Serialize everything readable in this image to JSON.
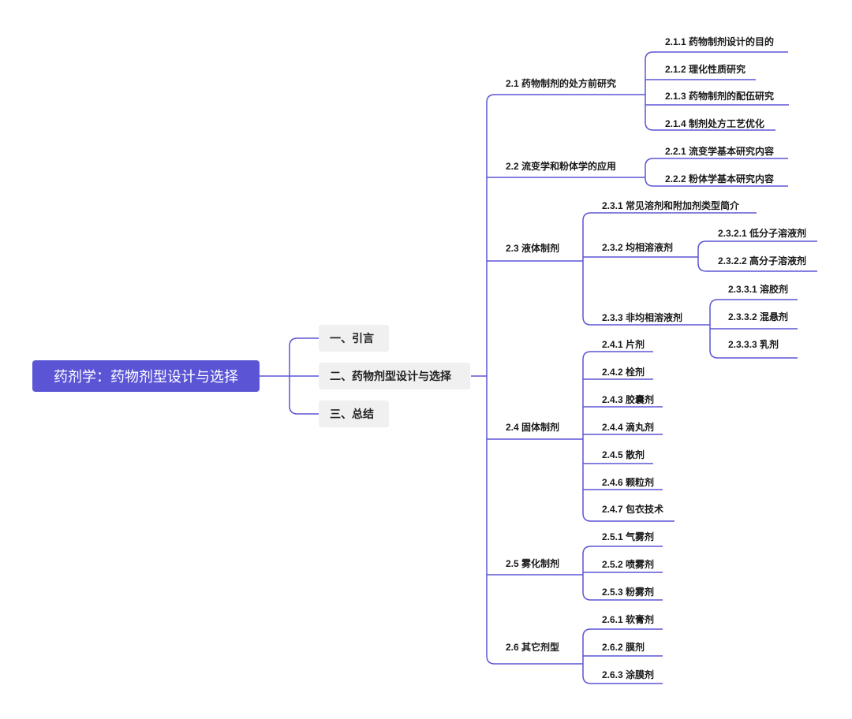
{
  "colors": {
    "accent": "#5b55d6",
    "line": "#5b55d6",
    "topic_bg": "#f0f0f0"
  },
  "root": "药剂学：药物剂型设计与选择",
  "level1": [
    "一、引言",
    "二、药物剂型设计与选择",
    "三、总结"
  ],
  "sections": {
    "s21": {
      "title": "2.1 药物制剂的处方前研究",
      "items": [
        "2.1.1 药物制剂设计的目的",
        "2.1.2 理化性质研究",
        "2.1.3 药物制剂的配伍研究",
        "2.1.4 制剂处方工艺优化"
      ]
    },
    "s22": {
      "title": "2.2 流变学和粉体学的应用",
      "items": [
        "2.2.1 流变学基本研究内容",
        "2.2.2 粉体学基本研究内容"
      ]
    },
    "s23": {
      "title": "2.3 液体制剂",
      "items": [
        "2.3.1 常见溶剂和附加剂类型简介",
        "2.3.2 均相溶液剂",
        "2.3.3 非均相溶液剂"
      ],
      "sub232": [
        "2.3.2.1 低分子溶液剂",
        "2.3.2.2 高分子溶液剂"
      ],
      "sub233": [
        "2.3.3.1 溶胶剂",
        "2.3.3.2 混悬剂",
        "2.3.3.3 乳剂"
      ]
    },
    "s24": {
      "title": "2.4 固体制剂",
      "items": [
        "2.4.1 片剂",
        "2.4.2 栓剂",
        "2.4.3 胶囊剂",
        "2.4.4 滴丸剂",
        "2.4.5 散剂",
        "2.4.6 颗粒剂",
        "2.4.7 包衣技术"
      ]
    },
    "s25": {
      "title": "2.5 雾化制剂",
      "items": [
        "2.5.1 气雾剂",
        "2.5.2 喷雾剂",
        "2.5.3 粉雾剂"
      ]
    },
    "s26": {
      "title": "2.6 其它剂型",
      "items": [
        "2.6.1 软膏剂",
        "2.6.2 膜剂",
        "2.6.3 涂膜剂"
      ]
    }
  }
}
